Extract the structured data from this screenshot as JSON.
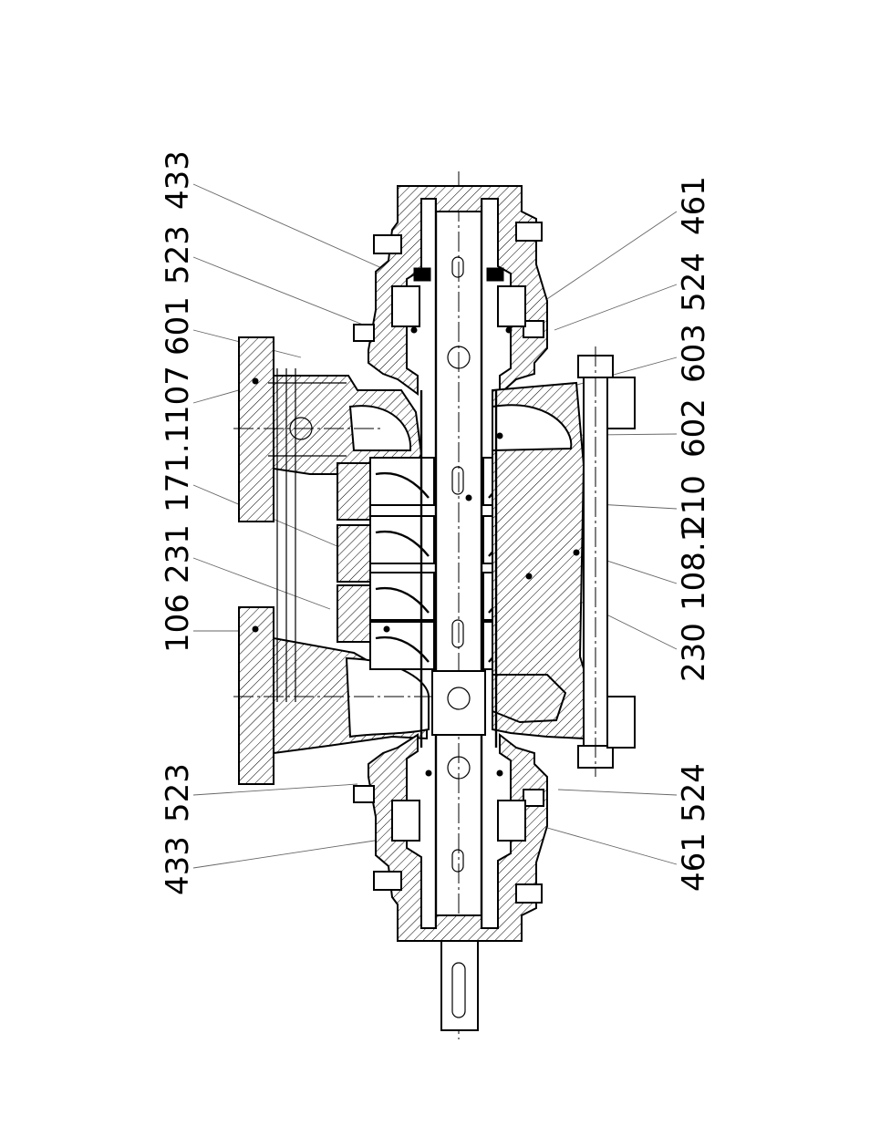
{
  "callouts": {
    "left": [
      "433",
      "523",
      "601",
      "107",
      "171.1",
      "231",
      "106",
      "523",
      "433"
    ],
    "right": [
      "461",
      "524",
      "603",
      "602",
      "210",
      "108.1",
      "230",
      "524",
      "461"
    ]
  },
  "colors": {
    "ink": "#000000",
    "leader": "#666666",
    "paper": "#ffffff"
  }
}
